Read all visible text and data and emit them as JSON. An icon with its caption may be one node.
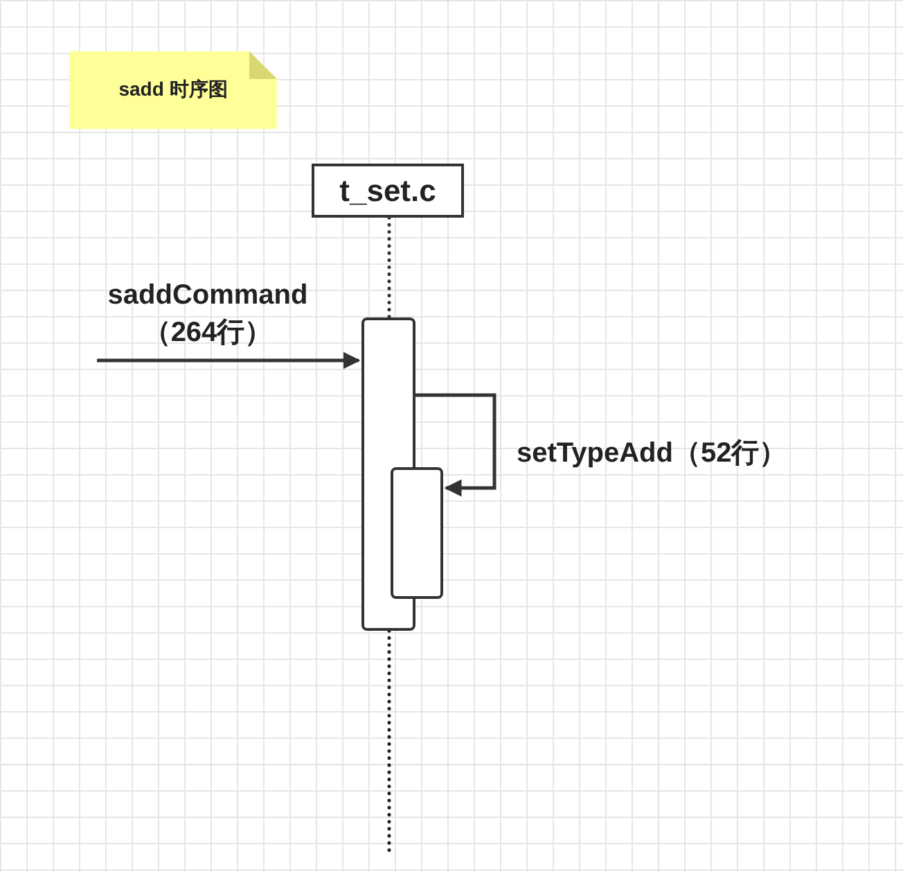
{
  "diagram": {
    "nodes": [
      {
        "text": [
          "sadd 时序图"
        ]
      },
      {
        "text": [
          "t_set.c"
        ]
      },
      {
        "text": [],
        "shape": "bar"
      },
      {
        "text": [],
        "shape": "bar"
      }
    ],
    "edges": [
      {
        "from": 1,
        "to": 2,
        "arrow": "none",
        "style": "dashed"
      },
      {
        "from": null,
        "to": 2,
        "arrow": "to",
        "label": "saddCommand（264行）"
      },
      {
        "from": 2,
        "to": 3,
        "arrow": "to",
        "label": "setTypeAdd（52行）"
      }
    ]
  }
}
